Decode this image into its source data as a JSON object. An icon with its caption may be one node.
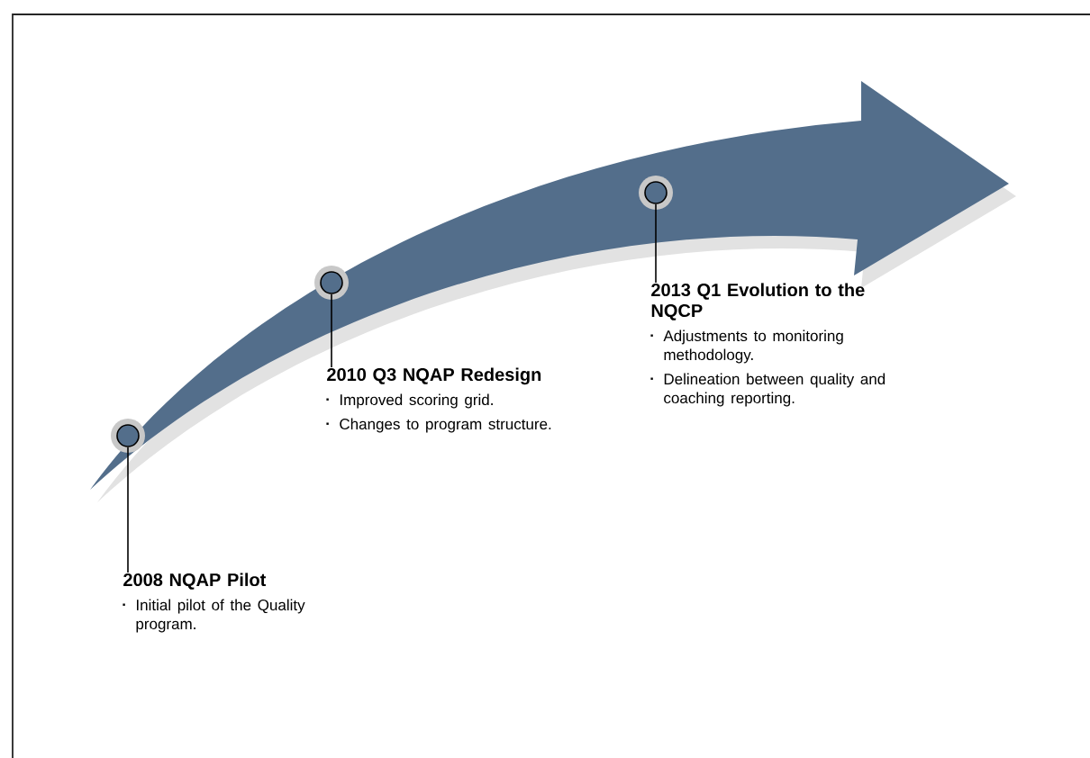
{
  "diagram": {
    "nodes": [
      {
        "text": [],
        "shape": "circle"
      },
      {
        "text": [],
        "shape": "circle"
      },
      {
        "text": [],
        "shape": "circle"
      },
      {
        "text": [
          "2008 NQAP Pilot",
          "Initial pilot of the Quality program."
        ]
      },
      {
        "text": [
          "2010 Q3 NQAP Redesign",
          "Improved scoring grid.",
          "Changes to program structure."
        ]
      },
      {
        "text": [
          "2013 Q1 Evolution to the NQCP",
          "Adjustments to monitoring methodology.",
          "Delineation between quality and coaching reporting."
        ]
      }
    ],
    "edges": [
      {
        "from": 0,
        "to": 3,
        "arrow": "none"
      },
      {
        "from": 1,
        "to": 4,
        "arrow": "none"
      },
      {
        "from": 2,
        "to": 5,
        "arrow": "none"
      }
    ]
  }
}
